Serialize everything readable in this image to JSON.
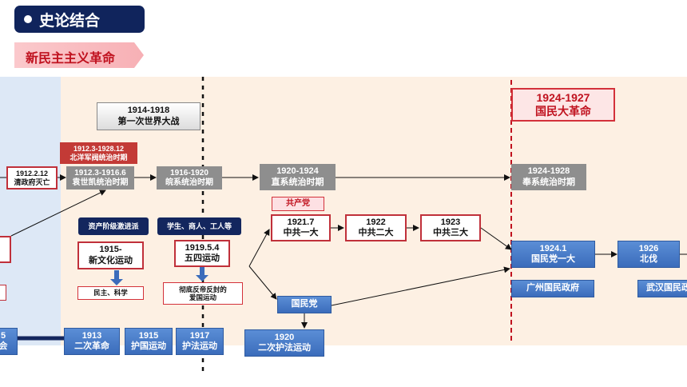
{
  "header": {
    "title": "史论结合",
    "subtitle": "新民主主义革命"
  },
  "war": {
    "years": "1914-1918",
    "name": "第一次世界大战"
  },
  "revolution": {
    "years": "1924-1927",
    "name": "国民大革命"
  },
  "periods": {
    "beiyang": {
      "dates": "1912.3-1928.12",
      "name": "北洋军阀统治时期"
    },
    "yuan": {
      "dates": "1912.3-1916.6",
      "name": "袁世凯统治时期"
    },
    "wan": {
      "dates": "1916-1920",
      "name": "皖系统治时期"
    },
    "zhi": {
      "dates": "1920-1924",
      "name": "直系统治时期"
    },
    "feng": {
      "dates": "1924-1928",
      "name": "奉系统治时期"
    }
  },
  "qing": {
    "date": "1912.2.12",
    "name": "清政府灭亡"
  },
  "groups": {
    "bourgeois": "资产阶级激进派",
    "people": "学生、商人、工人等"
  },
  "culture": {
    "year": "1915-",
    "name": "新文化运动",
    "slogan": "民主、科学"
  },
  "may4": {
    "date": "1919.5.4",
    "name": "五四运动",
    "result_1": "彻底反帝反封的",
    "result_2": "爱国运动"
  },
  "parties": {
    "ccp": "共产党",
    "kmt": "国民党"
  },
  "ccp_congress": [
    {
      "year": "1921.7",
      "name": "中共一大"
    },
    {
      "year": "1922",
      "name": "中共二大"
    },
    {
      "year": "1923",
      "name": "中共三大"
    }
  ],
  "kmt_events": {
    "kmt1": {
      "year": "1924.1",
      "name": "国民党一大"
    },
    "north": {
      "year": "1926",
      "name": "北伐"
    },
    "guangzhou": "广州国民政府",
    "wuhan": "武汉国民政府"
  },
  "bottom": {
    "left_partial": {
      "top": "5",
      "bottom": "会"
    },
    "items": [
      {
        "year": "1913",
        "name": "二次革命"
      },
      {
        "year": "1915",
        "name": "护国运动"
      },
      {
        "year": "1917",
        "name": "护法运动"
      },
      {
        "year": "1920",
        "name": "二次护法运动"
      }
    ]
  },
  "colors": {
    "navy": "#13265e",
    "red": "#c0121f",
    "blue": "#3b6cbb",
    "gray": "#8e8e8e"
  }
}
